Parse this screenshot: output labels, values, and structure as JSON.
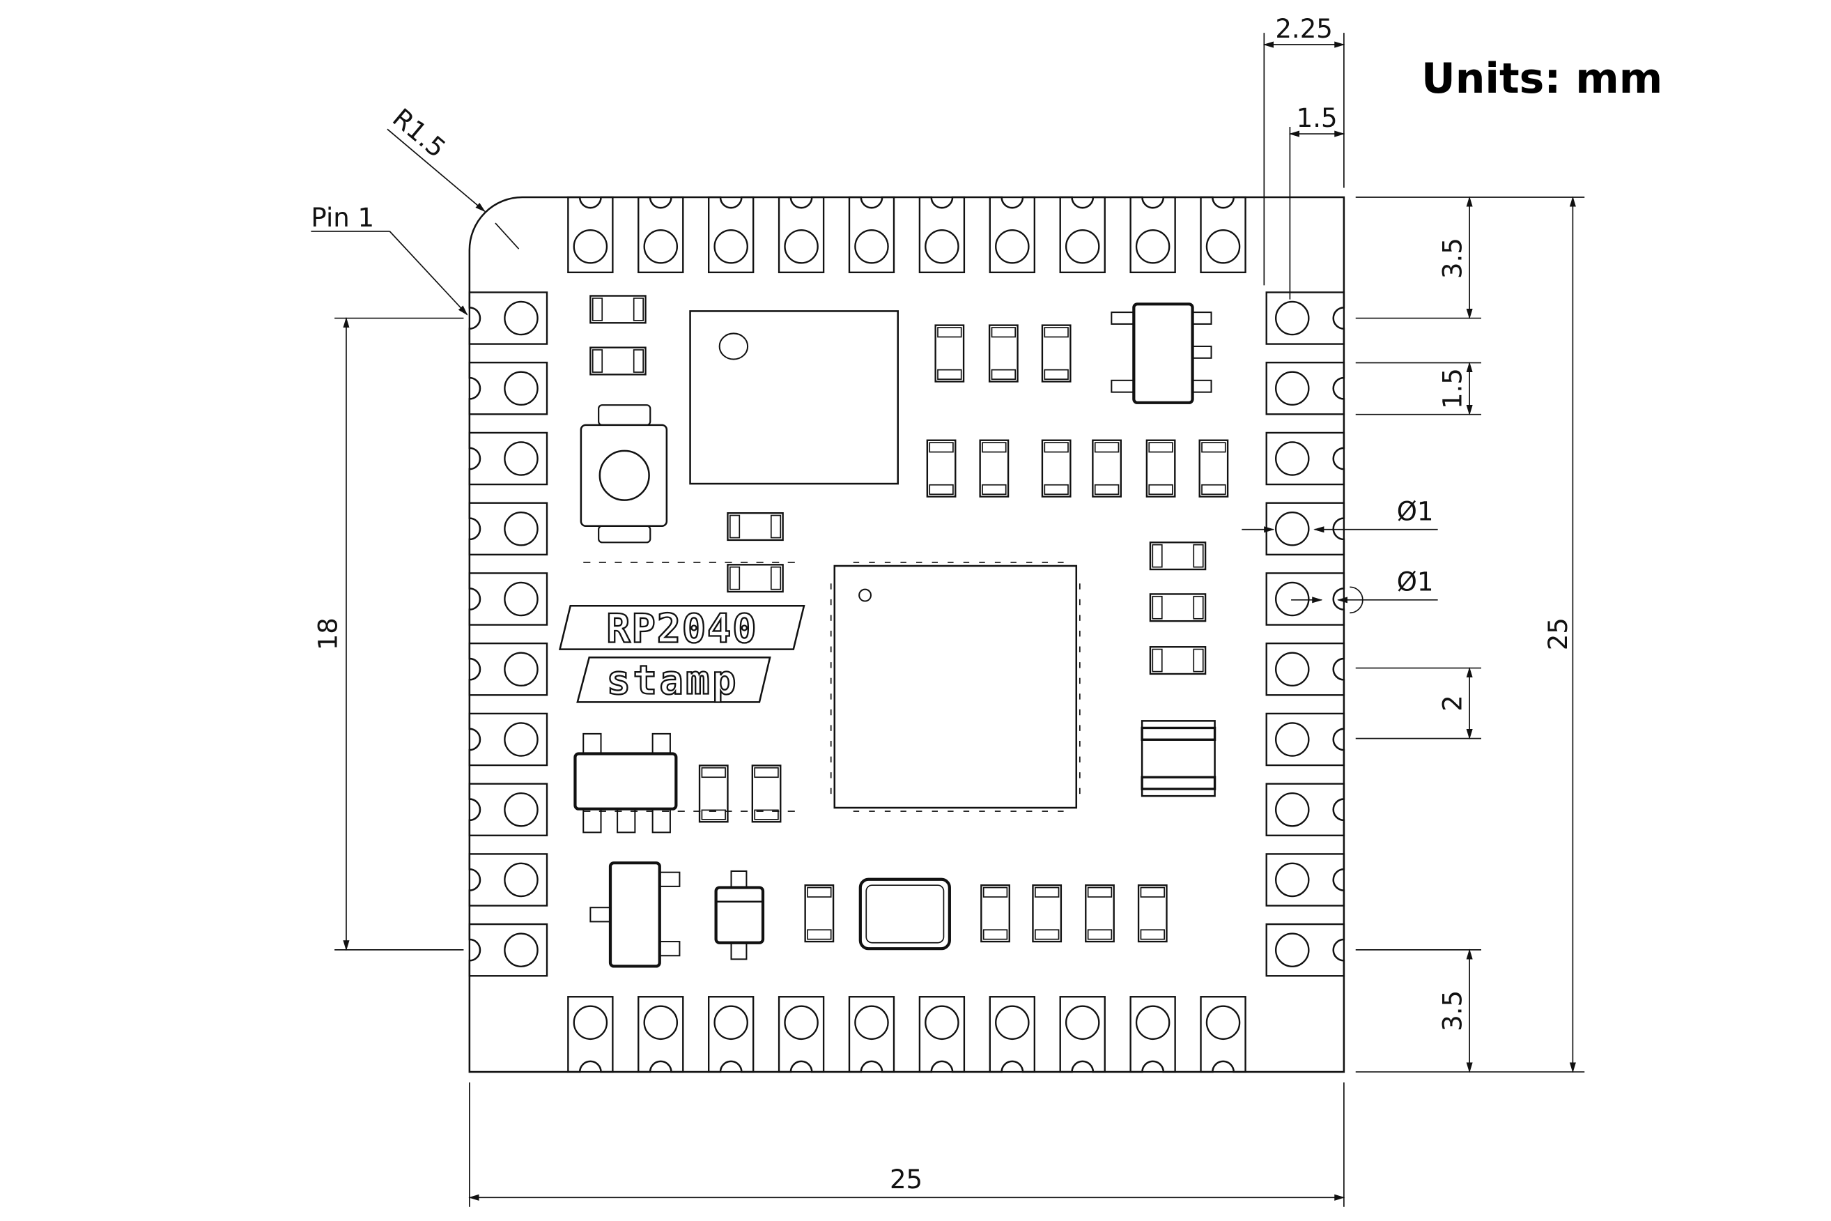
{
  "units_label": "Units: mm",
  "board_label_top": "RP2040",
  "board_label_bottom": "stamp",
  "annotations": {
    "pin1": "Pin 1",
    "corner_radius": "R1.5"
  },
  "dimensions": {
    "pad_pitch_offset": "2.25",
    "pad_inset": "1.5",
    "top_margin": "3.5",
    "pin_spacing": "1.5",
    "hole_diameter_1": "Ø1",
    "hole_diameter_2": "Ø1",
    "pin_pitch": "2",
    "bottom_margin": "3.5",
    "board_height": "25",
    "board_width": "25",
    "pin_span": "18"
  },
  "colors": {
    "line": "#111111",
    "background": "#ffffff"
  }
}
